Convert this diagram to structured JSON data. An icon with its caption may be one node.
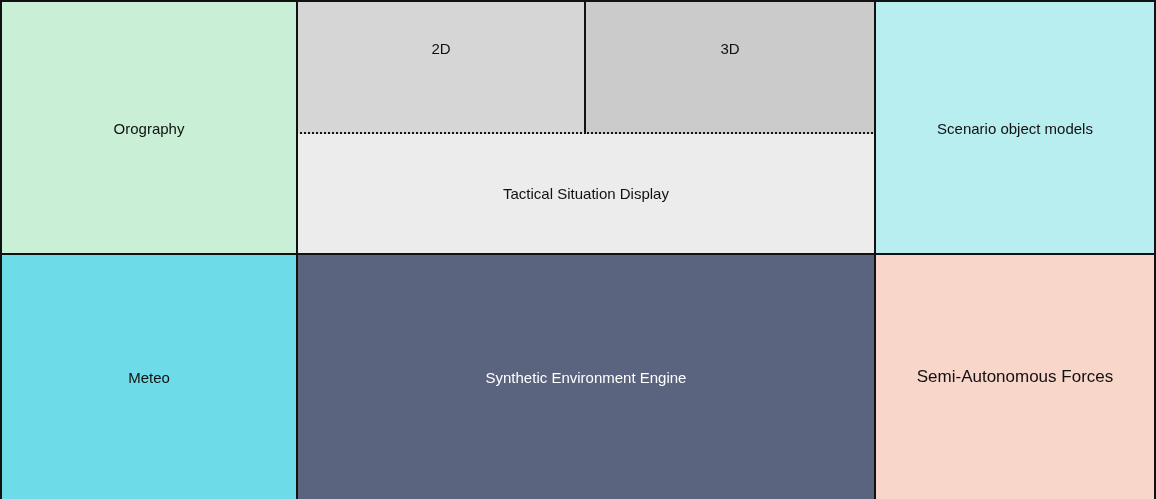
{
  "diagram": {
    "nodes": [
      {
        "text": [
          "Orography"
        ]
      },
      {
        "text": [
          "Tactical Situation Display"
        ]
      },
      {
        "text": [
          "2D"
        ],
        "in": 1
      },
      {
        "text": [
          "3D"
        ],
        "in": 1
      },
      {
        "text": [
          "Scenario object models"
        ]
      },
      {
        "text": [
          "Meteo"
        ]
      },
      {
        "text": [
          "Synthetic Environment Engine"
        ]
      },
      {
        "text": [
          "Semi-Autonomous Forces"
        ]
      }
    ]
  }
}
